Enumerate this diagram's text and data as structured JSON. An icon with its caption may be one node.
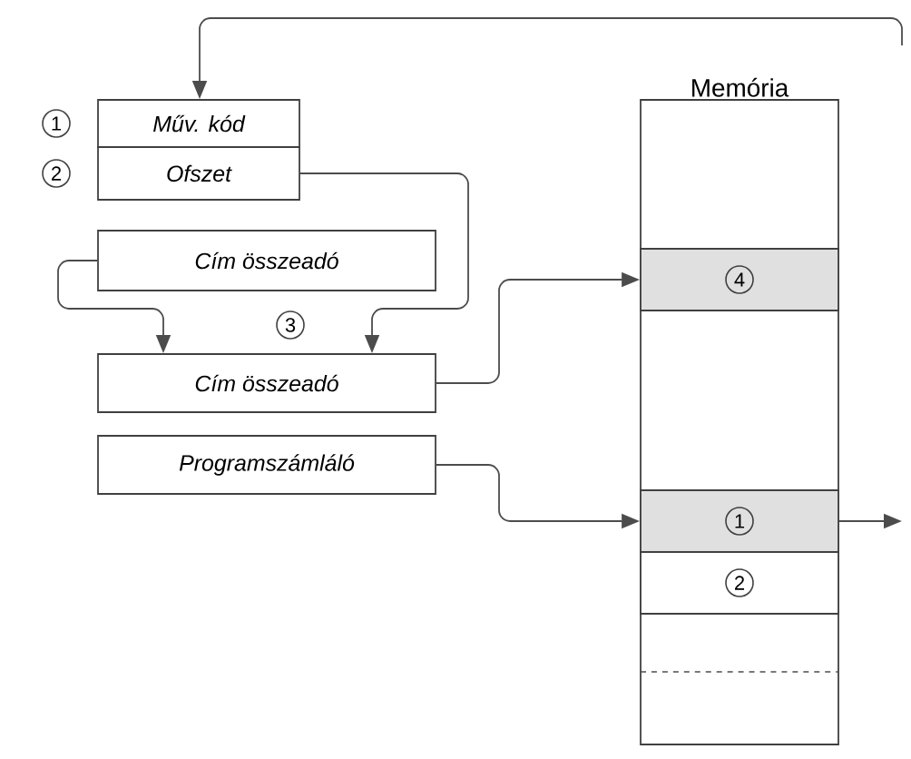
{
  "diagram": {
    "nodes": [
      {
        "text": [
          "Memória"
        ]
      },
      {
        "text": [
          "4"
        ],
        "in": 0
      },
      {
        "text": [
          "1"
        ],
        "in": 0
      },
      {
        "text": [
          "2"
        ],
        "in": 0
      },
      {
        "text": [
          "Műv. kód"
        ],
        "beside": [
          "1"
        ]
      },
      {
        "text": [
          "Ofszet"
        ],
        "beside": [
          "2"
        ]
      },
      {
        "text": [
          "Cím összeadó"
        ]
      },
      {
        "text": [
          "Cím összeadó"
        ]
      },
      {
        "text": [
          "Programszámláló"
        ]
      }
    ],
    "edges": [
      {
        "from": 5,
        "to": 7,
        "arrow": "to"
      },
      {
        "from": 6,
        "to": 7,
        "arrow": "to"
      },
      {
        "from": 7,
        "to": 1,
        "arrow": "to"
      },
      {
        "from": 8,
        "to": 2,
        "arrow": "to"
      },
      {
        "from": 2,
        "to": null,
        "arrow": "to"
      },
      {
        "from": null,
        "to": 4,
        "arrow": "to"
      }
    ],
    "labels": [
      "3"
    ]
  }
}
